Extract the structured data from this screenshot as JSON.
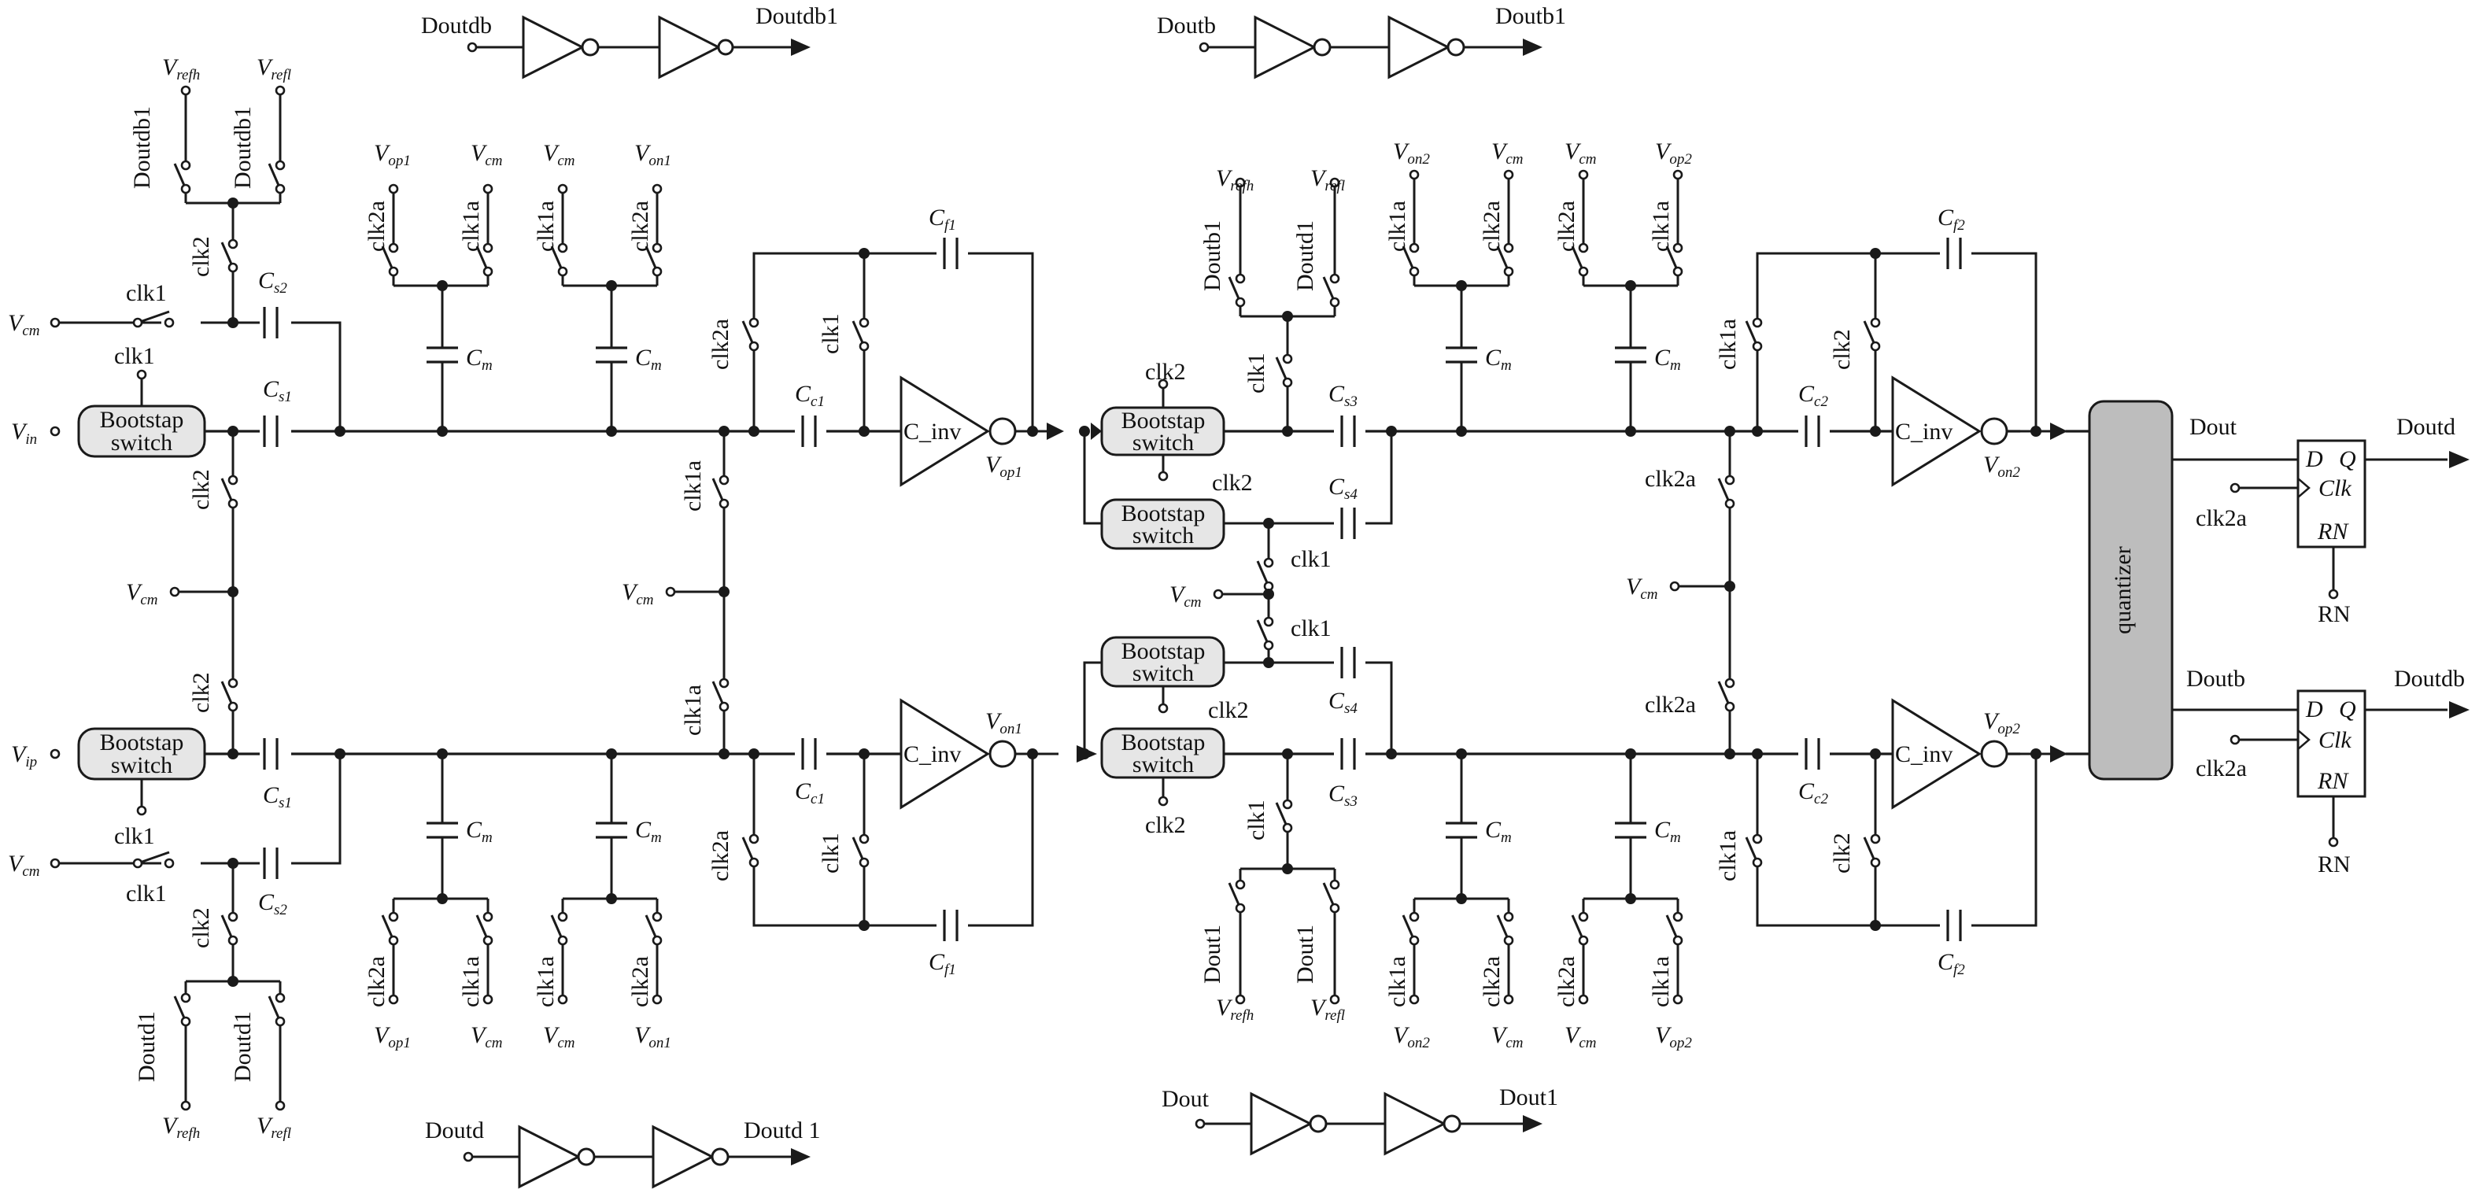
{
  "diagram": {
    "sources": {
      "vrefh": "refh",
      "vrefl": "refl",
      "vcm": "cm",
      "vin": "in",
      "vip": "ip",
      "vop1": "op1",
      "von1": "on1",
      "vop2": "op2",
      "von2": "on2"
    },
    "clocks": {
      "clk1": "clk1",
      "clk2": "clk2",
      "clk1a": "clk1a",
      "clk2a": "clk2a"
    },
    "digital": {
      "doutdb": "Doutdb",
      "doutdb1": "Doutdb1",
      "doutb": "Doutb",
      "doutb1": "Doutb1",
      "doutd": "Doutd",
      "doutd1": "Doutd 1",
      "dout": "Dout",
      "dout1": "Dout1",
      "doutd1_ctrl": "Doutd1",
      "dout1_ctrl": "Dout1",
      "doutb1_ctrl": "Doutb1"
    },
    "caps": {
      "cs1": "s1",
      "cs2": "s2",
      "cs3": "s3",
      "cs4": "s4",
      "cc1": "c1",
      "cc2": "c2",
      "cf1": "f1",
      "cf2": "f2",
      "cm": "m"
    },
    "blocks": {
      "bootstrap_line1": "Bootstap",
      "bootstrap_line2": "switch",
      "cinv": "C_inv",
      "quantizer": "quantizer"
    },
    "flipflop": {
      "d": "D",
      "q": "Q",
      "clk": "Clk",
      "rn": "RN",
      "rn_pin": "RN"
    },
    "outputs": {
      "dout": "Dout",
      "doutb": "Doutb",
      "doutd": "Doutd",
      "doutdb": "Doutdb"
    }
  }
}
